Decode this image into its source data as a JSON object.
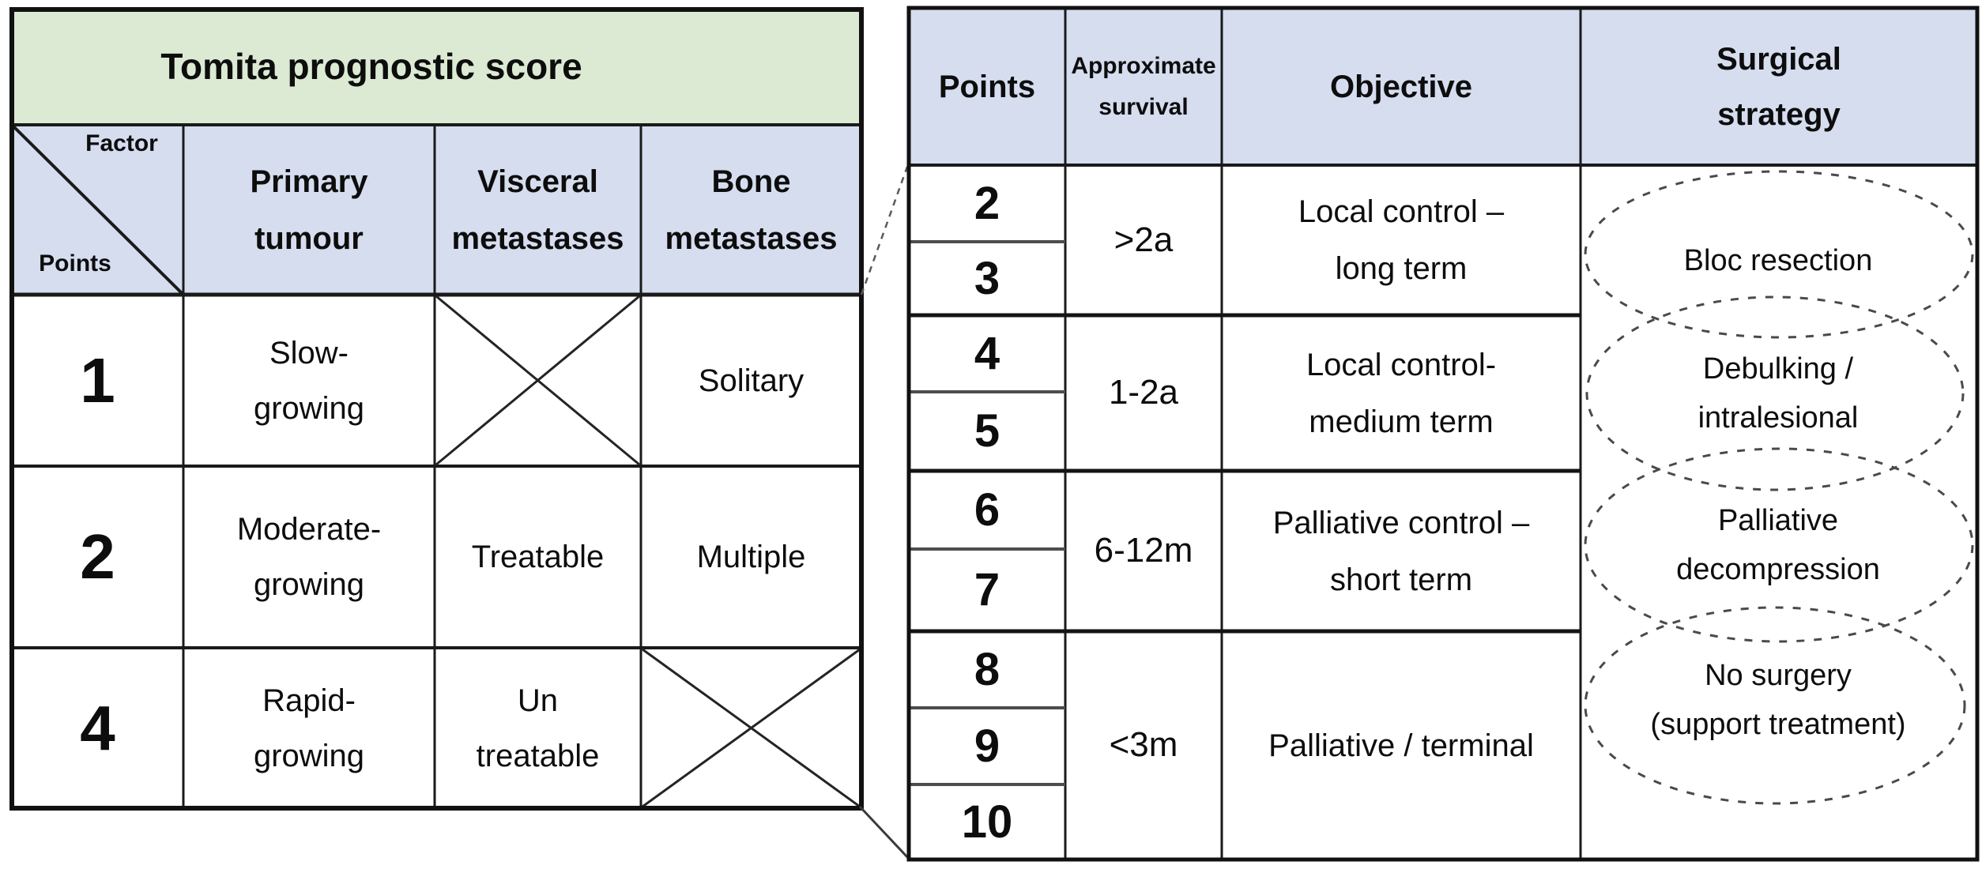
{
  "colors": {
    "title_bg": "#dcead3",
    "header_bg": "#d5ddef",
    "grid": "#1a1a1a",
    "ellipse_stroke": "#4a4a4a"
  },
  "left_table": {
    "title": "Tomita prognostic score",
    "corner": {
      "factor": "Factor",
      "points": "Points"
    },
    "columns": {
      "primary": "Primary\ntumour",
      "visceral": "Visceral\nmetastases",
      "bone": "Bone\nmetastases"
    },
    "rows": [
      {
        "points": "1",
        "primary": "Slow-\ngrowing",
        "visceral": "",
        "visceral_crossed": true,
        "bone": "Solitary"
      },
      {
        "points": "2",
        "primary": "Moderate-\ngrowing",
        "visceral": "Treatable",
        "bone": "Multiple"
      },
      {
        "points": "4",
        "primary": "Rapid-\ngrowing",
        "visceral": "Un\ntreatable",
        "bone": "",
        "bone_crossed": true
      }
    ]
  },
  "right_table": {
    "headers": {
      "points": "Points",
      "survival": "Approximate\nsurvival",
      "objective": "Objective",
      "strategy": "Surgical\nstrategy"
    },
    "points_cells": [
      "2",
      "3",
      "4",
      "5",
      "6",
      "7",
      "8",
      "9",
      "10"
    ],
    "groups": [
      {
        "survival": ">2a",
        "objective": "Local control –\nlong term",
        "strategy": "Bloc resection"
      },
      {
        "survival": "1-2a",
        "objective": "Local control-\nmedium term",
        "strategy": "Debulking /\nintralesional"
      },
      {
        "survival": "6-12m",
        "objective": "Palliative control –\nshort term",
        "strategy": "Palliative\ndecompression"
      },
      {
        "survival": "<3m",
        "objective": "Palliative / terminal",
        "strategy": "No surgery\n(support treatment)"
      }
    ]
  }
}
